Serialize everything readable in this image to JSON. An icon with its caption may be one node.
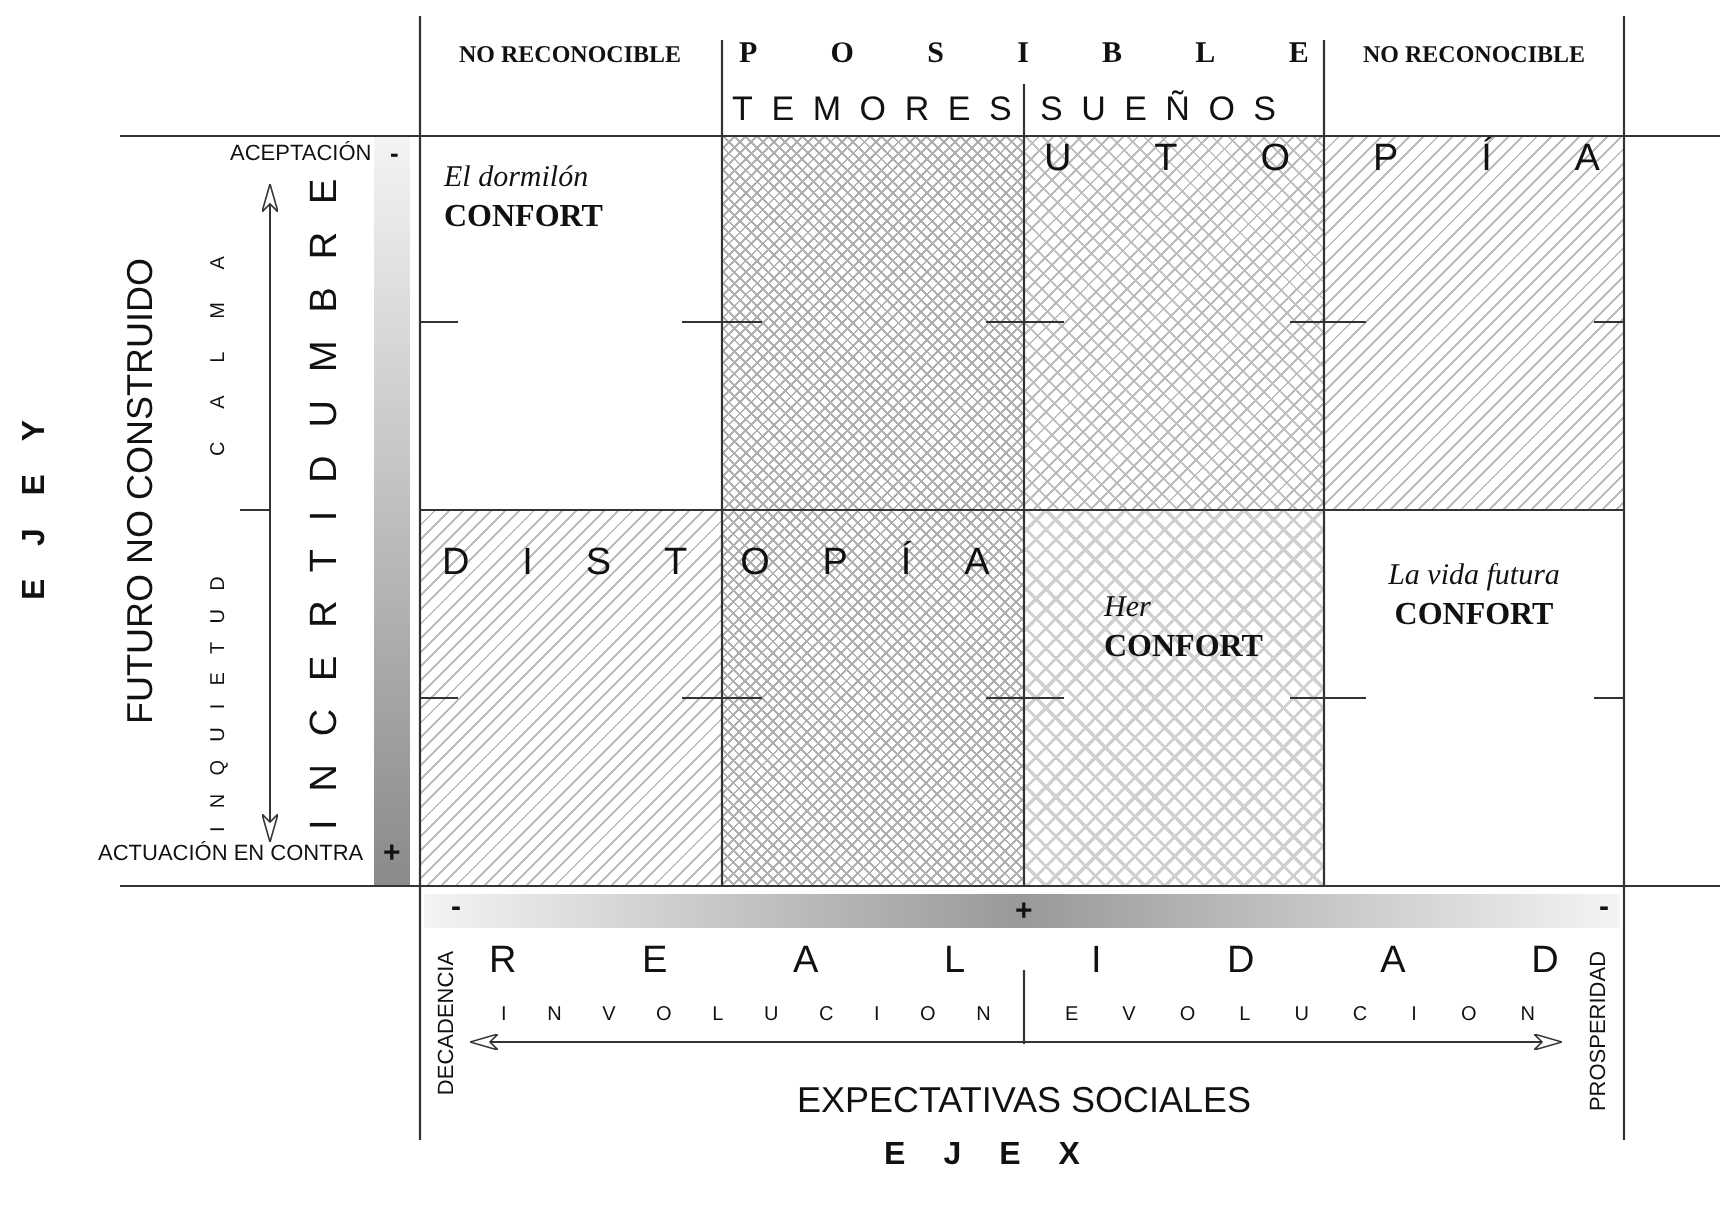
{
  "diagram": {
    "nodes": [
      {
        "text": [
          "El dormilón",
          "CONFORT"
        ]
      },
      {
        "text": [],
        "shape": "box"
      },
      {
        "text": [],
        "shape": "box"
      },
      {
        "text": [],
        "shape": "box"
      },
      {
        "text": [],
        "shape": "box"
      },
      {
        "text": [],
        "shape": "box"
      },
      {
        "text": [
          "Her",
          "CONFORT"
        ]
      },
      {
        "text": [
          "La vida futura",
          "CONFORT"
        ]
      }
    ],
    "labels": [
      "NO RECONOCIBLE",
      "P O S I B L E",
      "NO RECONOCIBLE",
      "T E M O R E S",
      "S U E Ñ O S",
      "E J E Y",
      "FUTURO NO CONSTRUIDO",
      "ACEPTACIÓN",
      "-",
      "I N Q U I E T U D",
      "C A L M A",
      "I N C E R T I D U M B R E",
      "U T O P Í A",
      "D I S T O P Í A",
      "ACTUACIÓN EN CONTRA",
      "+",
      "-",
      "+",
      "-",
      "R E A L I D A D",
      "DECADENCIA",
      "I N V O L U C I O N",
      "E V O L U C I O N",
      "PROSPERIDAD",
      "EXPECTATIVAS SOCIALES",
      "E J E X"
    ]
  }
}
